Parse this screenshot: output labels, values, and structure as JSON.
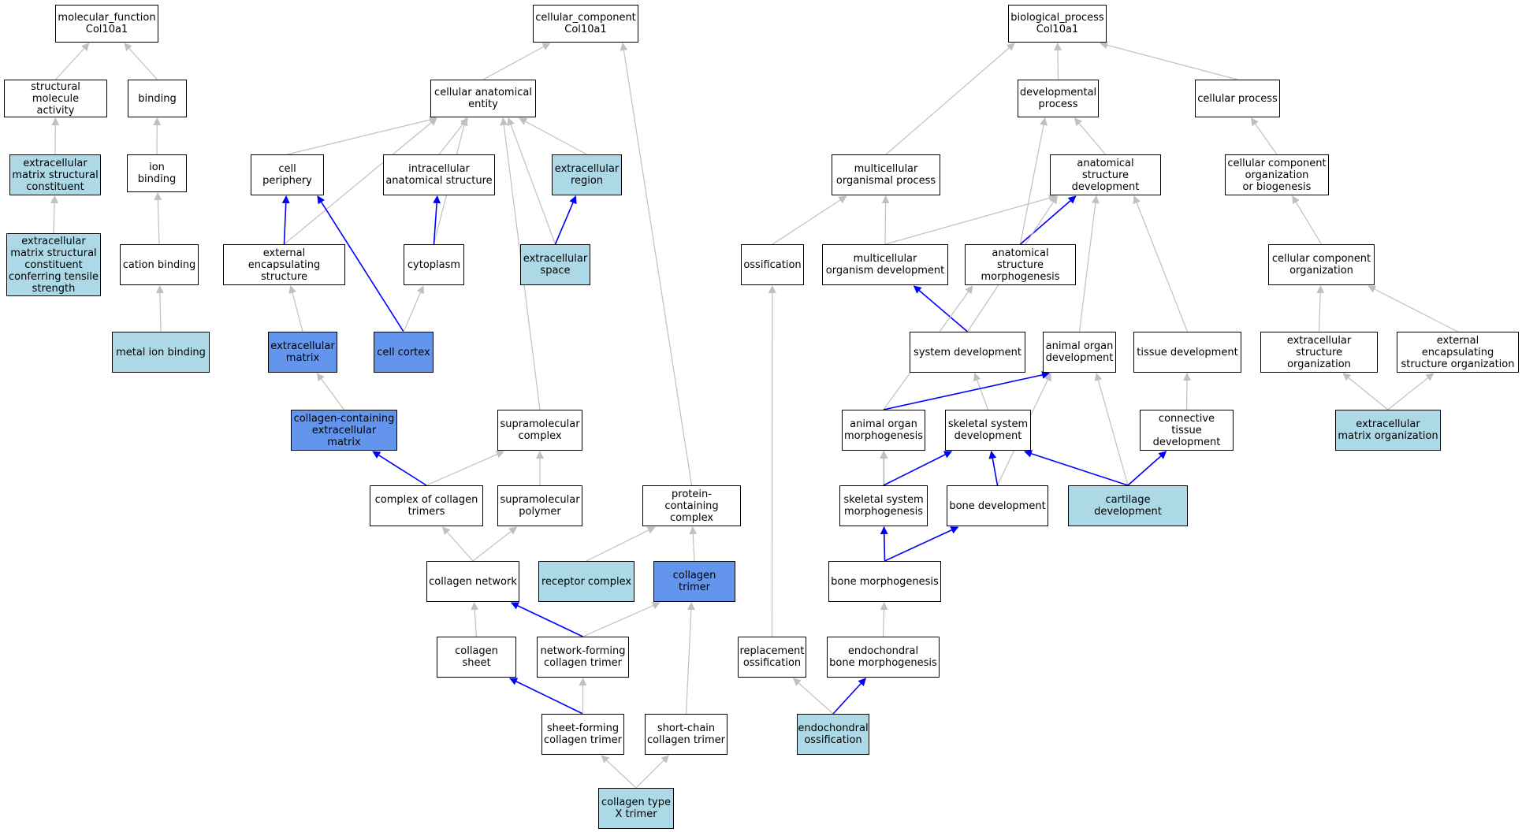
{
  "colors": {
    "white": "#ffffff",
    "light": "#add8e6",
    "dark": "#6495ed",
    "edge_gray": "#c0c0c0",
    "edge_blue": "#0000ff"
  },
  "nodes": {
    "mf": {
      "label": "molecular_function\nCol10a1",
      "fill": "white"
    },
    "sma": {
      "label": "structural molecule\nactivity",
      "fill": "white"
    },
    "binding": {
      "label": "binding",
      "fill": "white"
    },
    "emsc": {
      "label": "extracellular\nmatrix structural\nconstituent",
      "fill": "light"
    },
    "ionb": {
      "label": "ion binding",
      "fill": "white"
    },
    "emscts": {
      "label": "extracellular\nmatrix structural\nconstituent\nconferring tensile\nstrength",
      "fill": "light"
    },
    "cationb": {
      "label": "cation binding",
      "fill": "white"
    },
    "metalb": {
      "label": "metal ion binding",
      "fill": "light"
    },
    "cc": {
      "label": "cellular_component\nCol10a1",
      "fill": "white"
    },
    "cae": {
      "label": "cellular anatomical\nentity",
      "fill": "white"
    },
    "cellper": {
      "label": "cell periphery",
      "fill": "white"
    },
    "ias": {
      "label": "intracellular\nanatomical structure",
      "fill": "white"
    },
    "ecreg": {
      "label": "extracellular\nregion",
      "fill": "light"
    },
    "ees": {
      "label": "external encapsulating\nstructure",
      "fill": "white"
    },
    "cyto": {
      "label": "cytoplasm",
      "fill": "white"
    },
    "ecspace": {
      "label": "extracellular\nspace",
      "fill": "light"
    },
    "ecm": {
      "label": "extracellular\nmatrix",
      "fill": "dark"
    },
    "cellcortex": {
      "label": "cell cortex",
      "fill": "dark"
    },
    "cecm": {
      "label": "collagen-containing\nextracellular\nmatrix",
      "fill": "dark"
    },
    "smc": {
      "label": "supramolecular\ncomplex",
      "fill": "white"
    },
    "cct": {
      "label": "complex of collagen\ntrimers",
      "fill": "white"
    },
    "smp": {
      "label": "supramolecular\npolymer",
      "fill": "white"
    },
    "pcc": {
      "label": "protein-containing\ncomplex",
      "fill": "white"
    },
    "cnet": {
      "label": "collagen network",
      "fill": "white"
    },
    "recc": {
      "label": "receptor complex",
      "fill": "light"
    },
    "ctrimer": {
      "label": "collagen trimer",
      "fill": "dark"
    },
    "csheet": {
      "label": "collagen sheet",
      "fill": "white"
    },
    "nfct": {
      "label": "network-forming\ncollagen trimer",
      "fill": "white"
    },
    "sfct": {
      "label": "sheet-forming\ncollagen trimer",
      "fill": "white"
    },
    "scct": {
      "label": "short-chain\ncollagen trimer",
      "fill": "white"
    },
    "ctx": {
      "label": "collagen type\nX trimer",
      "fill": "light"
    },
    "bp": {
      "label": "biological_process\nCol10a1",
      "fill": "white"
    },
    "devp": {
      "label": "developmental\nprocess",
      "fill": "white"
    },
    "cellp": {
      "label": "cellular process",
      "fill": "white"
    },
    "mop": {
      "label": "multicellular\norganismal process",
      "fill": "white"
    },
    "asd": {
      "label": "anatomical structure\ndevelopment",
      "fill": "white"
    },
    "ccob": {
      "label": "cellular component\norganization\nor biogenesis",
      "fill": "white"
    },
    "ossif": {
      "label": "ossification",
      "fill": "white"
    },
    "mod": {
      "label": "multicellular\norganism development",
      "fill": "white"
    },
    "asm": {
      "label": "anatomical structure\nmorphogenesis",
      "fill": "white"
    },
    "cco": {
      "label": "cellular component\norganization",
      "fill": "white"
    },
    "sysdev": {
      "label": "system development",
      "fill": "white"
    },
    "aod": {
      "label": "animal organ\ndevelopment",
      "fill": "white"
    },
    "tissdev": {
      "label": "tissue development",
      "fill": "white"
    },
    "eso": {
      "label": "extracellular\nstructure organization",
      "fill": "white"
    },
    "eeso": {
      "label": "external encapsulating\nstructure organization",
      "fill": "white"
    },
    "aom": {
      "label": "animal organ\nmorphogenesis",
      "fill": "white"
    },
    "ssd": {
      "label": "skeletal system\ndevelopment",
      "fill": "white"
    },
    "ctd": {
      "label": "connective tissue\ndevelopment",
      "fill": "white"
    },
    "emo": {
      "label": "extracellular\nmatrix organization",
      "fill": "light"
    },
    "ssm": {
      "label": "skeletal system\nmorphogenesis",
      "fill": "white"
    },
    "bonedev": {
      "label": "bone development",
      "fill": "white"
    },
    "cartdev": {
      "label": "cartilage development",
      "fill": "light"
    },
    "bonemorph": {
      "label": "bone morphogenesis",
      "fill": "white"
    },
    "replos": {
      "label": "replacement\nossification",
      "fill": "white"
    },
    "ebm": {
      "label": "endochondral\nbone morphogenesis",
      "fill": "white"
    },
    "endos": {
      "label": "endochondral\nossification",
      "fill": "light"
    }
  },
  "edges": [
    {
      "from": "sma",
      "to": "mf",
      "color": "gray"
    },
    {
      "from": "binding",
      "to": "mf",
      "color": "gray"
    },
    {
      "from": "emsc",
      "to": "sma",
      "color": "gray"
    },
    {
      "from": "ionb",
      "to": "binding",
      "color": "gray"
    },
    {
      "from": "emscts",
      "to": "emsc",
      "color": "gray"
    },
    {
      "from": "cationb",
      "to": "ionb",
      "color": "gray"
    },
    {
      "from": "metalb",
      "to": "cationb",
      "color": "gray"
    },
    {
      "from": "cae",
      "to": "cc",
      "color": "gray"
    },
    {
      "from": "pcc",
      "to": "cc",
      "color": "gray"
    },
    {
      "from": "cellper",
      "to": "cae",
      "color": "gray"
    },
    {
      "from": "ias",
      "to": "cae",
      "color": "gray"
    },
    {
      "from": "ecreg",
      "to": "cae",
      "color": "gray"
    },
    {
      "from": "ees",
      "to": "cae",
      "color": "gray"
    },
    {
      "from": "cyto",
      "to": "cae",
      "color": "gray"
    },
    {
      "from": "ecspace",
      "to": "cae",
      "color": "gray"
    },
    {
      "from": "smc",
      "to": "cae",
      "color": "gray"
    },
    {
      "from": "ees",
      "to": "cellper",
      "color": "blue"
    },
    {
      "from": "cellcortex",
      "to": "cellper",
      "color": "blue"
    },
    {
      "from": "cyto",
      "to": "ias",
      "color": "blue"
    },
    {
      "from": "ecspace",
      "to": "ecreg",
      "color": "blue"
    },
    {
      "from": "ecm",
      "to": "ees",
      "color": "gray"
    },
    {
      "from": "cellcortex",
      "to": "cyto",
      "color": "gray"
    },
    {
      "from": "cecm",
      "to": "ecm",
      "color": "gray"
    },
    {
      "from": "cct",
      "to": "cecm",
      "color": "blue"
    },
    {
      "from": "cct",
      "to": "smc",
      "color": "gray"
    },
    {
      "from": "smp",
      "to": "smc",
      "color": "gray"
    },
    {
      "from": "cnet",
      "to": "cct",
      "color": "gray"
    },
    {
      "from": "cnet",
      "to": "smp",
      "color": "gray"
    },
    {
      "from": "recc",
      "to": "pcc",
      "color": "gray"
    },
    {
      "from": "ctrimer",
      "to": "pcc",
      "color": "gray"
    },
    {
      "from": "csheet",
      "to": "cnet",
      "color": "gray"
    },
    {
      "from": "nfct",
      "to": "cnet",
      "color": "blue"
    },
    {
      "from": "nfct",
      "to": "ctrimer",
      "color": "gray"
    },
    {
      "from": "scct",
      "to": "ctrimer",
      "color": "gray"
    },
    {
      "from": "sfct",
      "to": "csheet",
      "color": "blue"
    },
    {
      "from": "sfct",
      "to": "nfct",
      "color": "gray"
    },
    {
      "from": "ctx",
      "to": "sfct",
      "color": "gray"
    },
    {
      "from": "ctx",
      "to": "scct",
      "color": "gray"
    },
    {
      "from": "devp",
      "to": "bp",
      "color": "gray"
    },
    {
      "from": "cellp",
      "to": "bp",
      "color": "gray"
    },
    {
      "from": "mop",
      "to": "bp",
      "color": "gray"
    },
    {
      "from": "asd",
      "to": "devp",
      "color": "gray"
    },
    {
      "from": "asm",
      "to": "devp",
      "color": "gray"
    },
    {
      "from": "ccob",
      "to": "cellp",
      "color": "gray"
    },
    {
      "from": "ossif",
      "to": "mop",
      "color": "gray"
    },
    {
      "from": "mod",
      "to": "mop",
      "color": "gray"
    },
    {
      "from": "mod",
      "to": "asd",
      "color": "gray"
    },
    {
      "from": "asm",
      "to": "asd",
      "color": "blue"
    },
    {
      "from": "sysdev",
      "to": "asd",
      "color": "gray"
    },
    {
      "from": "aod",
      "to": "asd",
      "color": "gray"
    },
    {
      "from": "tissdev",
      "to": "asd",
      "color": "gray"
    },
    {
      "from": "cco",
      "to": "ccob",
      "color": "gray"
    },
    {
      "from": "replos",
      "to": "ossif",
      "color": "gray"
    },
    {
      "from": "sysdev",
      "to": "mod",
      "color": "blue"
    },
    {
      "from": "aom",
      "to": "asm",
      "color": "gray"
    },
    {
      "from": "eso",
      "to": "cco",
      "color": "gray"
    },
    {
      "from": "eeso",
      "to": "cco",
      "color": "gray"
    },
    {
      "from": "ssd",
      "to": "sysdev",
      "color": "gray"
    },
    {
      "from": "aom",
      "to": "aod",
      "color": "blue"
    },
    {
      "from": "bonedev",
      "to": "aod",
      "color": "gray"
    },
    {
      "from": "cartdev",
      "to": "aod",
      "color": "gray"
    },
    {
      "from": "ctd",
      "to": "tissdev",
      "color": "gray"
    },
    {
      "from": "emo",
      "to": "eso",
      "color": "gray"
    },
    {
      "from": "emo",
      "to": "eeso",
      "color": "gray"
    },
    {
      "from": "ssm",
      "to": "aom",
      "color": "gray"
    },
    {
      "from": "bonemorph",
      "to": "aom",
      "color": "gray"
    },
    {
      "from": "ssm",
      "to": "ssd",
      "color": "blue"
    },
    {
      "from": "bonedev",
      "to": "ssd",
      "color": "blue"
    },
    {
      "from": "cartdev",
      "to": "ssd",
      "color": "blue"
    },
    {
      "from": "cartdev",
      "to": "ctd",
      "color": "blue"
    },
    {
      "from": "bonemorph",
      "to": "ssm",
      "color": "blue"
    },
    {
      "from": "bonemorph",
      "to": "bonedev",
      "color": "blue"
    },
    {
      "from": "ebm",
      "to": "bonemorph",
      "color": "gray"
    },
    {
      "from": "endos",
      "to": "replos",
      "color": "gray"
    },
    {
      "from": "endos",
      "to": "ebm",
      "color": "blue"
    }
  ]
}
